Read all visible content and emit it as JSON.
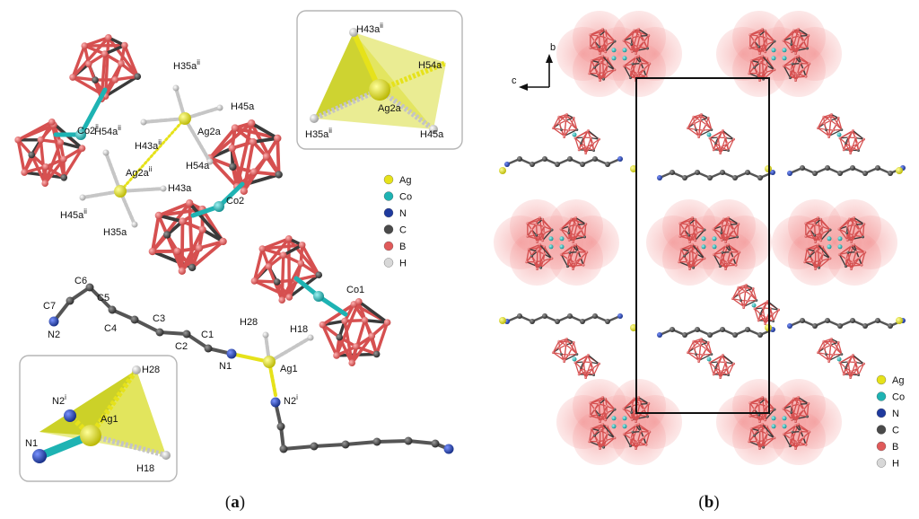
{
  "panel_a": {
    "caption_open": "(",
    "caption_letter": "a",
    "caption_close": ")",
    "labels": {
      "co2ii": "Co2",
      "co2ii_sup": "ii",
      "h35aii": "H35a",
      "h35aii_sup": "ii",
      "h45a_top": "H45a",
      "h54aii": "H54a",
      "h54aii_sup": "ii",
      "h43aii": "H43a",
      "h43aii_sup": "ii",
      "ag2a": "Ag2a",
      "h54a": "H54a",
      "ag2aii": "Ag2a",
      "ag2aii_sup": "ii",
      "h43a": "H43a",
      "co2": "Co2",
      "h45aii": "H45a",
      "h45aii_sup": "ii",
      "h35a": "H35a",
      "c6": "C6",
      "c5": "C5",
      "c7": "C7",
      "c4": "C4",
      "c3": "C3",
      "c2": "C2",
      "c1": "C1",
      "n2": "N2",
      "n1": "N1",
      "ag1": "Ag1",
      "h28": "H28",
      "h18": "H18",
      "co1": "Co1",
      "n2i": "N2",
      "n2i_sup": "i"
    },
    "inset_top": {
      "h43aii": "H43a",
      "h43aii_sup": "ii",
      "h54a": "H54a",
      "ag2a": "Ag2a",
      "h35aii": "H35a",
      "h35aii_sup": "ii",
      "h45a": "H45a"
    },
    "inset_bottom": {
      "h28": "H28",
      "n2i": "N2",
      "n2i_sup": "i",
      "ag1": "Ag1",
      "n1": "N1",
      "h18": "H18"
    }
  },
  "panel_b": {
    "caption_open": "(",
    "caption_letter": "b",
    "caption_close": ")",
    "axis_b": "b",
    "axis_c": "c"
  },
  "legend": {
    "items": [
      {
        "label": "Ag",
        "color": "#e6e21a"
      },
      {
        "label": "Co",
        "color": "#1eb3b3"
      },
      {
        "label": "N",
        "color": "#1f3a9e"
      },
      {
        "label": "C",
        "color": "#4a4a4a"
      },
      {
        "label": "B",
        "color": "#e05a5a"
      },
      {
        "label": "H",
        "color": "#d8d8d8"
      }
    ]
  },
  "colors": {
    "boron": "#e05a5a",
    "boron_dark": "#b83a3a",
    "cobalt": "#1eb3b3",
    "silver": "#e6e21a",
    "nitrogen": "#1f3a9e",
    "carbon": "#4a4a4a",
    "hydrogen": "#d8d8d8",
    "polyhedron": "#d4dc3a"
  }
}
